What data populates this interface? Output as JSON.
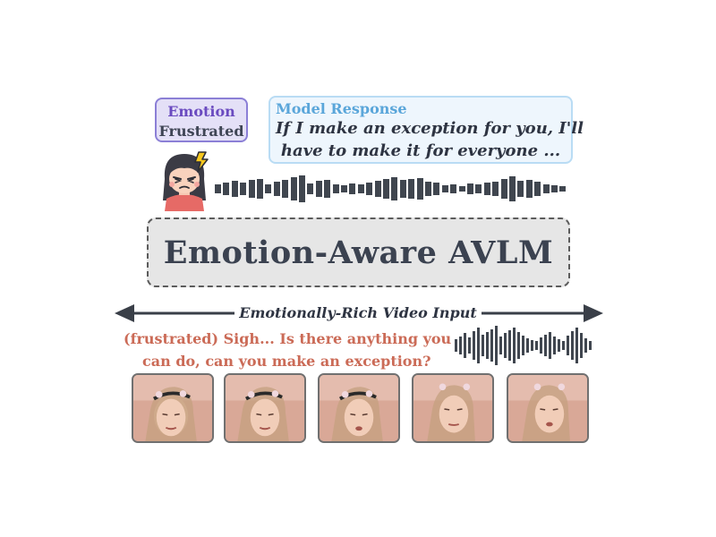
{
  "emotion": {
    "title": "Emotion",
    "value": "Frustrated"
  },
  "model_response": {
    "title": "Model Response",
    "lines": [
      "If I make an exception for you, I'll",
      "have to make it for everyone ..."
    ]
  },
  "model": {
    "name": "Emotion-Aware AVLM"
  },
  "input": {
    "label": "Emotionally-Rich Video Input",
    "transcript_lines": [
      "(frustrated) Sigh... Is there anything you",
      "can do, can you make an exception?"
    ]
  },
  "icons": {
    "avatar": "frustrated-girl-icon",
    "emotion_mark": "lightning-icon",
    "output_audio": "audio-waveform-icon",
    "input_audio": "audio-waveform-icon"
  },
  "colors": {
    "emotion_fill": "#e4e0f7",
    "emotion_border": "#8b7fd6",
    "emotion_title": "#6b4bc0",
    "response_fill": "#eef6fd",
    "response_border": "#b9dcf4",
    "response_title": "#5aa6da",
    "model_fill": "#e6e6e6",
    "transcript": "#cb6b57",
    "dark": "#3b4250"
  }
}
